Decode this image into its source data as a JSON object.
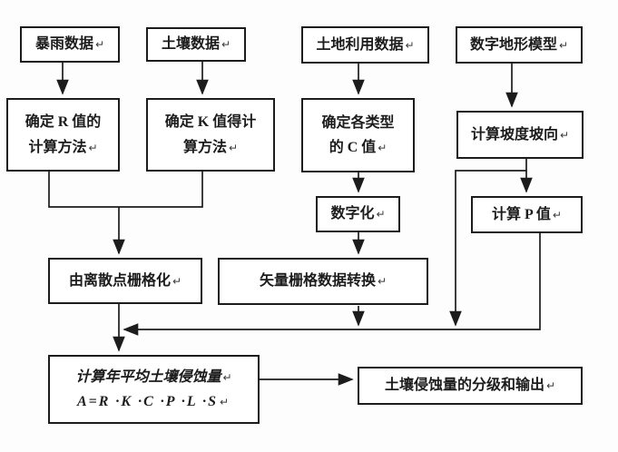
{
  "colors": {
    "line": "#1c1c1c",
    "box-border": "#1c1c1c",
    "box-bg": "#ffffff",
    "text": "#1c1c1c",
    "page-bg": "#fdfdfd"
  },
  "marks": {
    "paragraph_return": "↵"
  },
  "nodes": {
    "storm_data": {
      "label": "暴雨数据"
    },
    "soil_data": {
      "label": "土壤数据"
    },
    "landuse_data": {
      "label": "土地利用数据"
    },
    "dem": {
      "label": "数字地形模型"
    },
    "r_method": {
      "line1": "确定 R 值的",
      "line2": "计算方法"
    },
    "k_method": {
      "line1": "确定 K 值得计",
      "line2": "算方法"
    },
    "c_value": {
      "line1": "确定各类型",
      "line2": "的 C 值"
    },
    "slope_aspect": {
      "label": "计算坡度坡向"
    },
    "digitize": {
      "label": "数字化"
    },
    "p_value": {
      "label": "计算 P 值"
    },
    "rasterize": {
      "label": "由离散点栅格化"
    },
    "vector_raster": {
      "label": "矢量栅格数据转换"
    },
    "erosion_calc": {
      "title": "计算年平均土壤侵蚀量",
      "formula": "A=R ·K ·C ·P ·L ·S"
    },
    "grading_output": {
      "label": "土壤侵蚀量的分级和输出"
    }
  }
}
